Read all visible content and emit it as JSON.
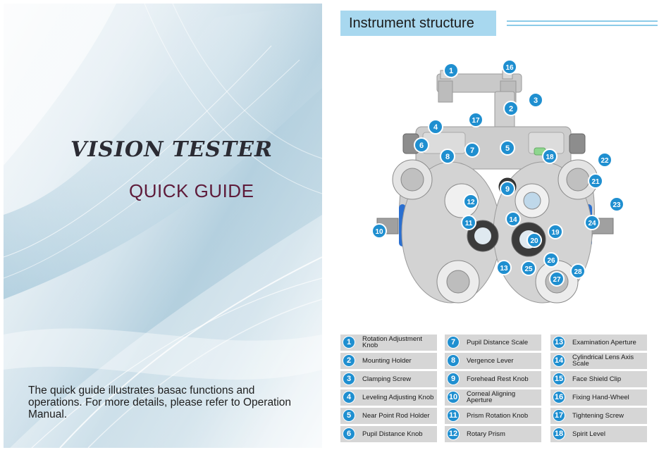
{
  "cover": {
    "title": "VISION TESTER",
    "subtitle": "QUICK GUIDE",
    "description": "The quick guide illustrates basac functions and operations. For more details, please refer to Operation Manual."
  },
  "page": {
    "heading": "Instrument structure"
  },
  "diagram": {
    "callouts": [
      "1",
      "2",
      "3",
      "4",
      "5",
      "6",
      "7",
      "8",
      "9",
      "10",
      "11",
      "12",
      "13",
      "14",
      "16",
      "17",
      "18",
      "19",
      "20",
      "21",
      "22",
      "23",
      "24",
      "25",
      "26",
      "27",
      "28"
    ]
  },
  "legend": {
    "columns": [
      [
        {
          "num": "1",
          "label": "Rotation Adjustment Knob"
        },
        {
          "num": "2",
          "label": "Mounting Holder"
        },
        {
          "num": "3",
          "label": "Clamping Screw"
        },
        {
          "num": "4",
          "label": "Leveling Adjusting Knob"
        },
        {
          "num": "5",
          "label": "Near Point Rod Holder"
        },
        {
          "num": "6",
          "label": "Pupil Distance Knob"
        }
      ],
      [
        {
          "num": "7",
          "label": "Pupil Distance Scale"
        },
        {
          "num": "8",
          "label": "Vergence Lever"
        },
        {
          "num": "9",
          "label": "Forehead Rest Knob"
        },
        {
          "num": "10",
          "label": "Corneal Aligning Aperture"
        },
        {
          "num": "11",
          "label": "Prism Rotation Knob"
        },
        {
          "num": "12",
          "label": "Rotary Prism"
        }
      ],
      [
        {
          "num": "13",
          "label": "Examination Aperture"
        },
        {
          "num": "14",
          "label": "Cylindrical Lens Axis Scale"
        },
        {
          "num": "15",
          "label": "Face Shield Clip"
        },
        {
          "num": "16",
          "label": "Fixing Hand-Wheel"
        },
        {
          "num": "17",
          "label": "Tightening Screw"
        },
        {
          "num": "18",
          "label": "Spirit Level"
        }
      ]
    ]
  },
  "colors": {
    "accent_blue": "#1f8fd0",
    "heading_bg": "#a8d8ef",
    "legend_bg": "#d6d6d6",
    "subtitle": "#5e1b3a"
  }
}
